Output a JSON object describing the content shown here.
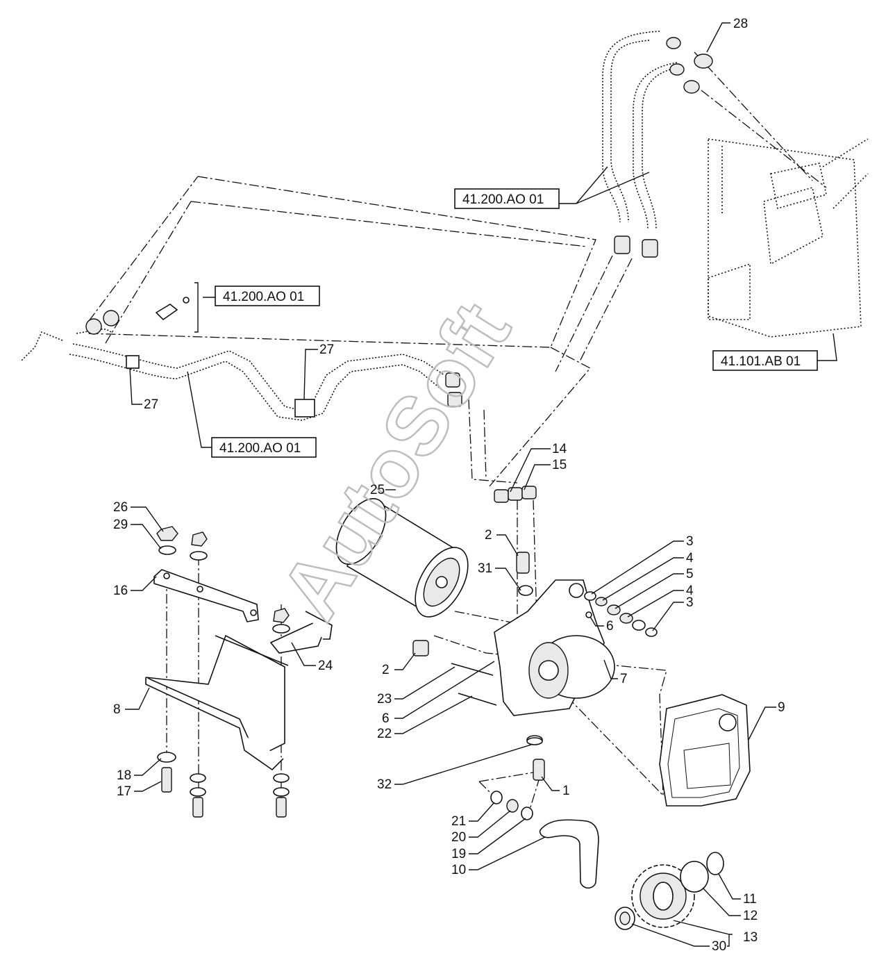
{
  "watermark": "AutoSoft",
  "references": {
    "ref_hose_top": "41.200.AO 01",
    "ref_hose_left": "41.200.AO 01",
    "ref_hose_bottom": "41.200.AO 01",
    "ref_frame": "41.101.AB 01"
  },
  "callouts": {
    "c28": "28",
    "c27a": "27",
    "c27b": "27",
    "c14": "14",
    "c15": "15",
    "c25": "25",
    "c26": "26",
    "c29": "29",
    "c16": "16",
    "c24": "24",
    "c8": "8",
    "c18": "18",
    "c17": "17",
    "c2a": "2",
    "c31": "31",
    "c3a": "3",
    "c4a": "4",
    "c5": "5",
    "c4b": "4",
    "c3b": "3",
    "c6a": "6",
    "c7": "7",
    "c2b": "2",
    "c23": "23",
    "c6b": "6",
    "c22": "22",
    "c9": "9",
    "c32": "32",
    "c1": "1",
    "c21": "21",
    "c20": "20",
    "c19": "19",
    "c10": "10",
    "c11": "11",
    "c12": "12",
    "c13": "13",
    "c30": "30"
  }
}
